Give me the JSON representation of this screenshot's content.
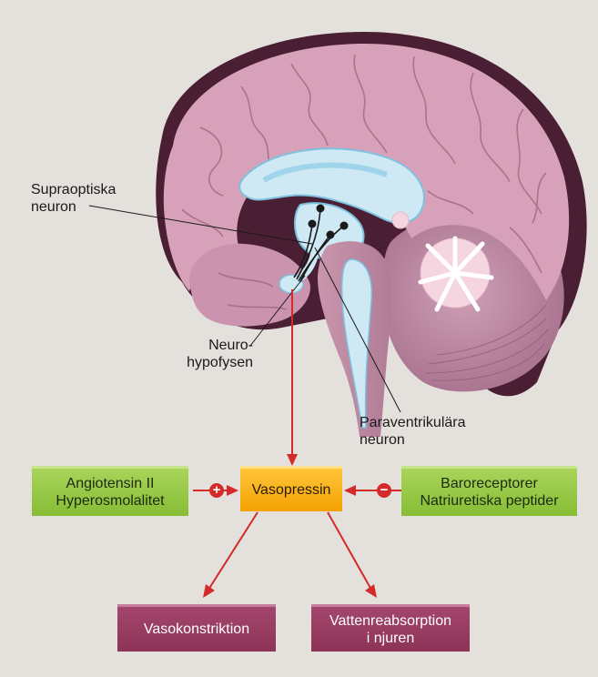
{
  "labels": {
    "supraoptic_line1": "Supraoptiska",
    "supraoptic_line2": "neuron",
    "neuro_line1": "Neuro-",
    "neuro_line2": "hypofysen",
    "paraventricular_line1": "Paraventrikulära",
    "paraventricular_line2": "neuron"
  },
  "boxes": {
    "stimulators_line1": "Angiotensin II",
    "stimulators_line2": "Hyperosmolalitet",
    "center": "Vasopressin",
    "inhibitors_line1": "Baroreceptorer",
    "inhibitors_line2": "Natriuretiska peptider",
    "effect_left": "Vasokonstriktion",
    "effect_right_line1": "Vattenreabsorption",
    "effect_right_line2": "i njuren"
  },
  "signs": {
    "plus": "+",
    "minus": "−"
  },
  "colors": {
    "background": "#e4e0dc",
    "brain": "#d7a2b9",
    "arrow": "#d42a2a",
    "green_box": "#98c846",
    "orange_box": "#fbb614",
    "purple_box": "#993d63"
  }
}
